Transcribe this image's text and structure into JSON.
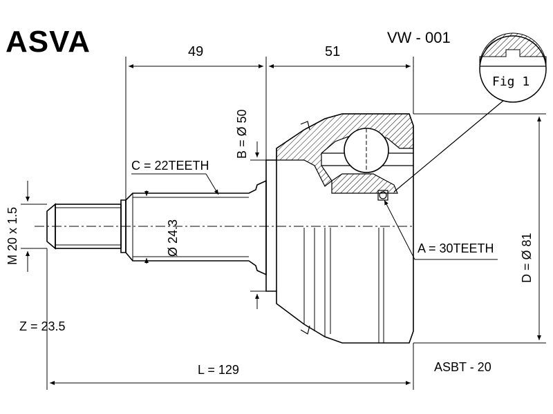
{
  "brand": "ASVA",
  "part_number": "VW - 001",
  "fig_label": "Fig 1",
  "dimensions": {
    "top_left": "49",
    "top_right": "51",
    "b_diameter": "B = Ø 50",
    "c_teeth": "C = 22TEETH",
    "m_thread": "M 20 x 1.5",
    "shaft_diameter": "Ø 24.3",
    "a_teeth": "A = 30TEETH",
    "d_diameter": "D = Ø 81",
    "z_value": "Z = 23.5",
    "length": "L = 129",
    "boot_code": "ASBT  - 20"
  }
}
